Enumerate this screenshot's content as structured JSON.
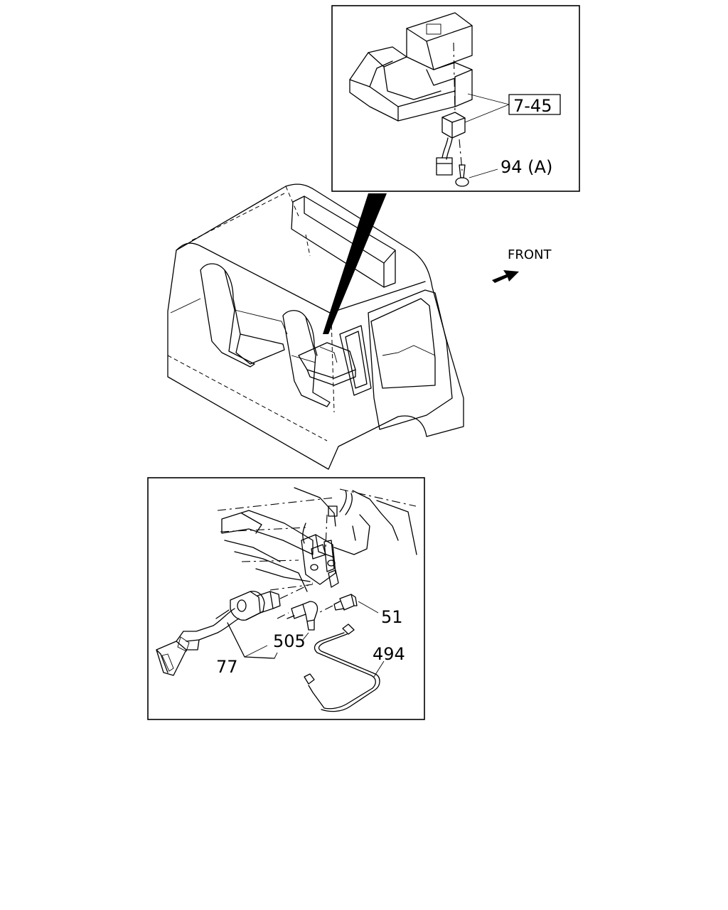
{
  "labels": {
    "ref_box": "7-45",
    "bolt_top": "94 (A)",
    "direction": "FRONT",
    "part_51": "51",
    "part_505": "505",
    "part_77": "77",
    "part_494": "494"
  }
}
